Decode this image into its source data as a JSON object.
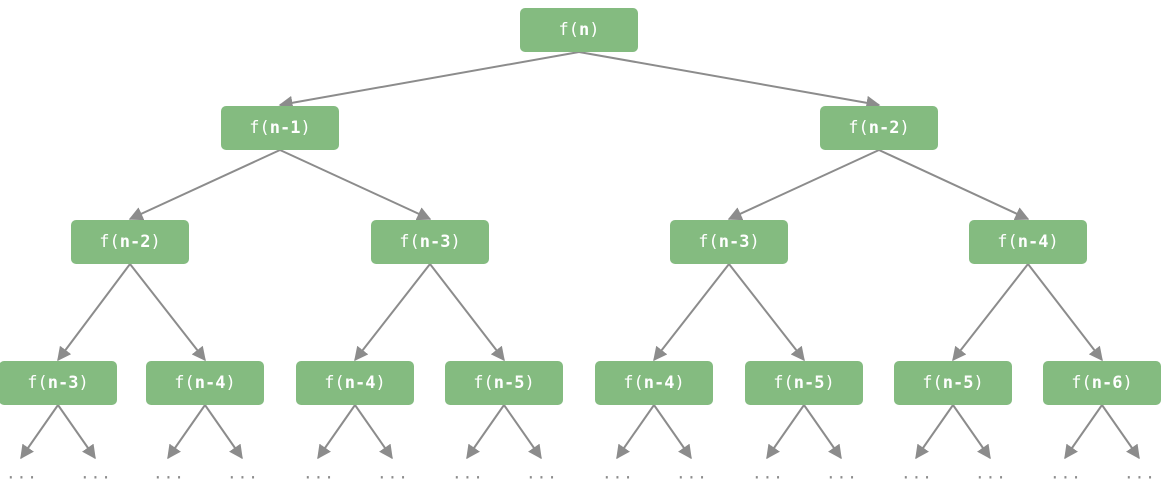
{
  "tree": {
    "levels": [
      [
        {
          "fn": "f(",
          "arg": "n",
          "close": ")"
        }
      ],
      [
        {
          "fn": "f(",
          "arg": "n-1",
          "close": ")"
        },
        {
          "fn": "f(",
          "arg": "n-2",
          "close": ")"
        }
      ],
      [
        {
          "fn": "f(",
          "arg": "n-2",
          "close": ")"
        },
        {
          "fn": "f(",
          "arg": "n-3",
          "close": ")"
        },
        {
          "fn": "f(",
          "arg": "n-3",
          "close": ")"
        },
        {
          "fn": "f(",
          "arg": "n-4",
          "close": ")"
        }
      ],
      [
        {
          "fn": "f(",
          "arg": "n-3",
          "close": ")"
        },
        {
          "fn": "f(",
          "arg": "n-4",
          "close": ")"
        },
        {
          "fn": "f(",
          "arg": "n-4",
          "close": ")"
        },
        {
          "fn": "f(",
          "arg": "n-5",
          "close": ")"
        },
        {
          "fn": "f(",
          "arg": "n-4",
          "close": ")"
        },
        {
          "fn": "f(",
          "arg": "n-5",
          "close": ")"
        },
        {
          "fn": "f(",
          "arg": "n-5",
          "close": ")"
        },
        {
          "fn": "f(",
          "arg": "n-6",
          "close": ")"
        }
      ]
    ],
    "ellipsis": "···"
  },
  "colors": {
    "node_fill": "#84bb80",
    "node_text": "#ffffff",
    "edge": "#8c8c8c"
  }
}
